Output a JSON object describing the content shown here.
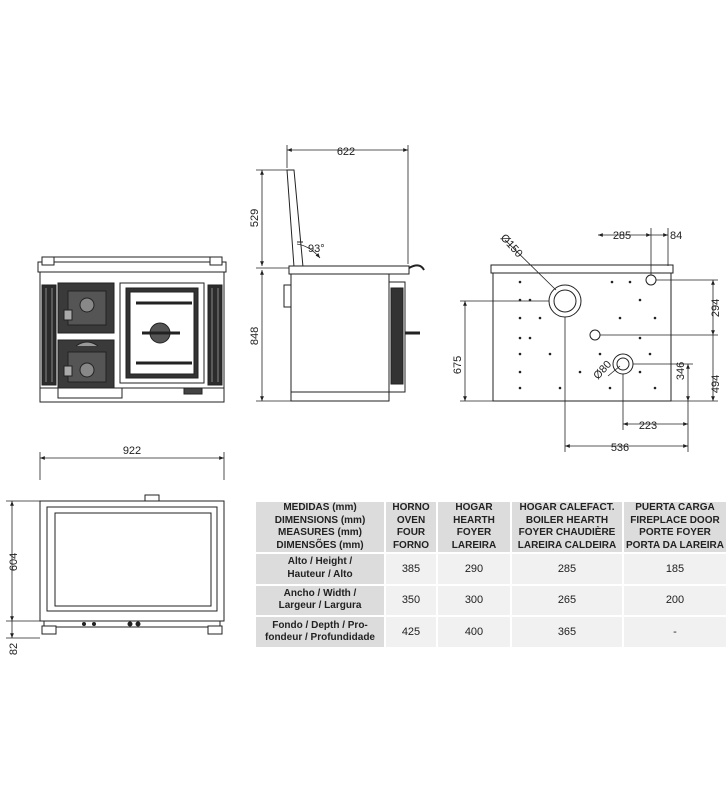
{
  "dimensions": {
    "front_width": "922",
    "depth_side": "622",
    "height_total": "848",
    "backrest_height": "529",
    "backrest_angle": "93°",
    "plan_depth": "604",
    "foot_height": "82",
    "rear_flue_diameter": "Ø150",
    "rear_flue_offset": "285",
    "rear_right_offset": "84",
    "rear_top_offset": "294",
    "rear_mid_height": "494",
    "rear_lower_height": "675",
    "rear_small_diameter": "Ø80",
    "rear_small_height": "346",
    "rear_small_offset": "223",
    "rear_width": "536"
  },
  "specs_table": {
    "header": {
      "label_lines": [
        "MEDIDAS (mm)",
        "DIMENSIONS (mm)",
        "MEASURES (mm)",
        "DIMENSÕES (mm)"
      ],
      "columns": [
        {
          "lines": [
            "HORNO",
            "OVEN",
            "FOUR",
            "FORNO"
          ]
        },
        {
          "lines": [
            "HOGAR",
            "HEARTH",
            "FOYER",
            "LAREIRA"
          ]
        },
        {
          "lines": [
            "HOGAR CALEFACT.",
            "BOILER HEARTH",
            "FOYER CHAUDIÈRE",
            "LAREIRA CALDEIRA"
          ]
        },
        {
          "lines": [
            "PUERTA CARGA",
            "FIREPLACE DOOR",
            "PORTE FOYER",
            "PORTA DA LAREIRA"
          ]
        }
      ]
    },
    "rows": [
      {
        "label_lines": [
          "Alto / Height /",
          "Hauteur / Alto"
        ],
        "values": [
          "385",
          "290",
          "285",
          "185"
        ]
      },
      {
        "label_lines": [
          "Ancho / Width /",
          "Largeur / Largura"
        ],
        "values": [
          "350",
          "300",
          "265",
          "200"
        ]
      },
      {
        "label_lines": [
          "Fondo / Depth / Pro-",
          "fondeur / Profundidade"
        ],
        "values": [
          "425",
          "400",
          "365",
          "-"
        ]
      }
    ]
  }
}
